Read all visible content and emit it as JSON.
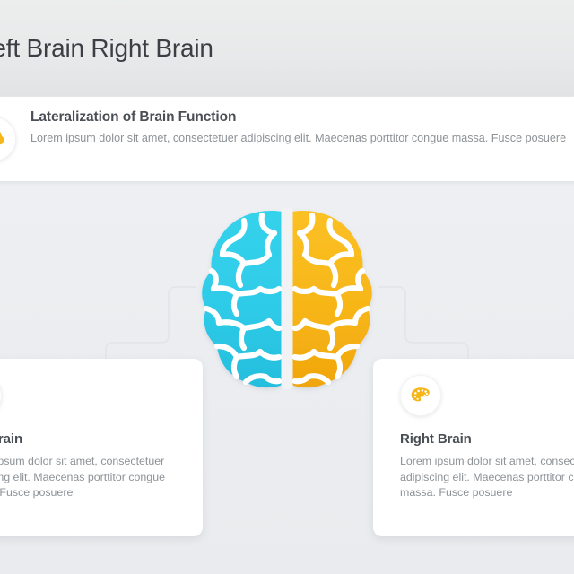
{
  "topbar": {
    "title": "Left Brain Right Brain"
  },
  "header": {
    "icon": "brain-circle-icon",
    "title": "Lateralization of Brain Function",
    "body": "Lorem ipsum dolor sit amet, consectetuer adipiscing elit. Maecenas porttitor congue massa. Fusce posuere"
  },
  "diagram": {
    "brain": {
      "name": "brain-top-view-graphic",
      "left_hemisphere_color": "#2ECBE8",
      "right_hemisphere_color": "#F7B618",
      "gyri_color": "#FFFFFF"
    },
    "connector_color": "#E2E4E8"
  },
  "cards": [
    {
      "id": "left-brain",
      "icon": "gear-cog-icon",
      "icon_color": "#2ECBE8",
      "title": "Left Brain",
      "body": "Lorem ipsum dolor sit amet, consectetuer adipiscing elit. Maecenas porttitor congue massa. Fusce posuere"
    },
    {
      "id": "right-brain",
      "icon": "paint-palette-icon",
      "icon_color": "#F7B618",
      "title": "Right Brain",
      "body": "Lorem ipsum dolor sit amet, consectetuer adipiscing elit. Maecenas porttitor congue massa. Fusce posuere"
    }
  ],
  "colors": {
    "background": "#EDEFF2",
    "topbar": "#E8E9EA",
    "card_surface": "#FFFFFF",
    "title_text": "#4A4F55",
    "body_text": "#8D9297"
  }
}
